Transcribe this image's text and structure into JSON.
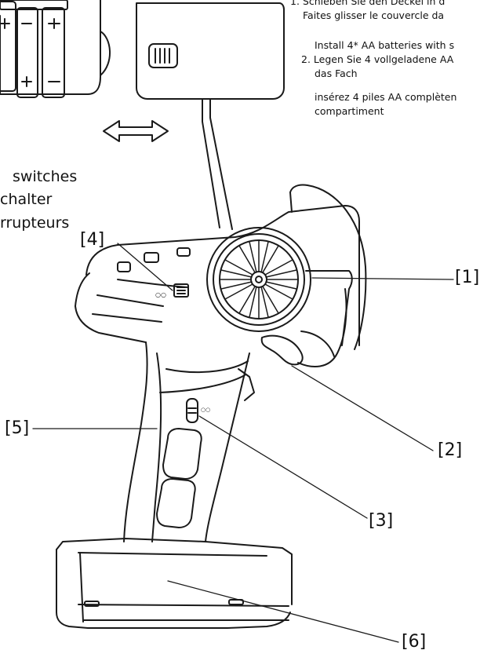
{
  "instructions": {
    "step1_de": "1. Schieben Sie den Deckel in d",
    "step1_fr": "Faites glisser le couvercle da",
    "step2_en": "Install 4* AA batteries with s",
    "step2_de_a": "2. Legen Sie 4 vollgeladene AA",
    "step2_de_b": "das Fach",
    "step2_fr_a": "insérez 4 piles AA complèten",
    "step2_fr_b": "compartiment"
  },
  "switches_label": {
    "en": "switches",
    "de": "chalter",
    "fr": "rrupteurs"
  },
  "callouts": {
    "c1": "[1]",
    "c2": "[2]",
    "c3": "[3]",
    "c4": "[4]",
    "c5": "[5]",
    "c6": "[6]"
  }
}
